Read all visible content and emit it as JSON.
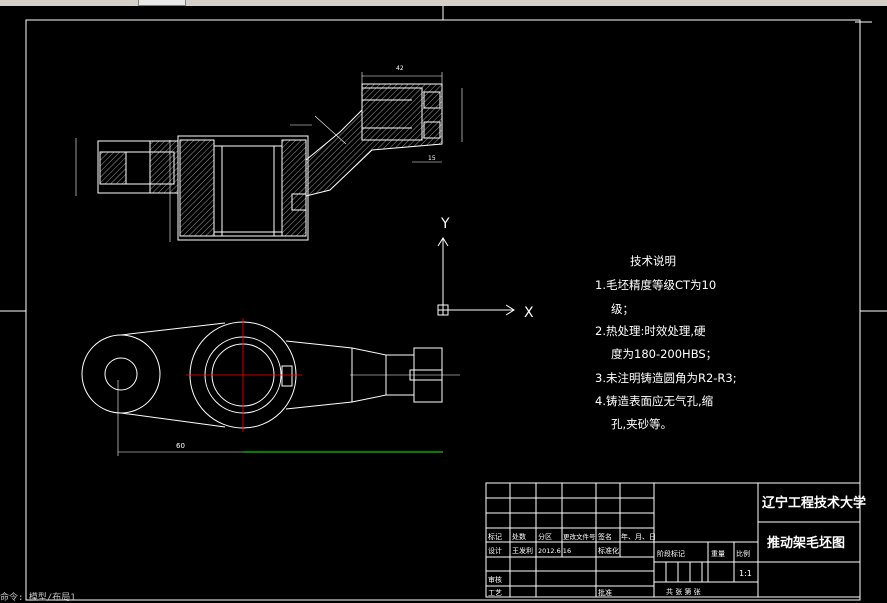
{
  "drawing": {
    "tech_notes": {
      "heading": "技术说明",
      "lines": [
        "1.毛坯精度等级CT为10",
        "级；",
        "2.热处理:时效处理,硬",
        "度为180-200HBS；",
        "3.未注明铸造圆角为R2-R3;",
        "4.铸造表面应无气孔,缩",
        "孔,夹砂等。"
      ]
    },
    "ucs": {
      "y_label": "Y",
      "x_label": "X"
    },
    "dimensions": {
      "d60": "60",
      "d42": "42",
      "d15": "15"
    },
    "title_block": {
      "school": "辽宁工程技术大学",
      "drawing_name": "推动架毛坯图",
      "scale": "1:1",
      "headers": [
        "标记",
        "处数",
        "分区",
        "更改文件号",
        "签名",
        "年、月、日"
      ],
      "row_design": [
        "设计",
        "王发利",
        "2012.6.16",
        "标准化"
      ],
      "stage_headers": [
        "阶段标记",
        "重量",
        "比例"
      ],
      "row_review": "审核",
      "row_process": "工艺",
      "approve": "批准",
      "sheets": "共  张  第  张"
    },
    "command_line": "命令: 模型/布局1"
  },
  "colors": {
    "background": "#000000",
    "lines": "#ffffff",
    "center_lines": "#ff0000",
    "dimension_green": "#00ff00"
  }
}
